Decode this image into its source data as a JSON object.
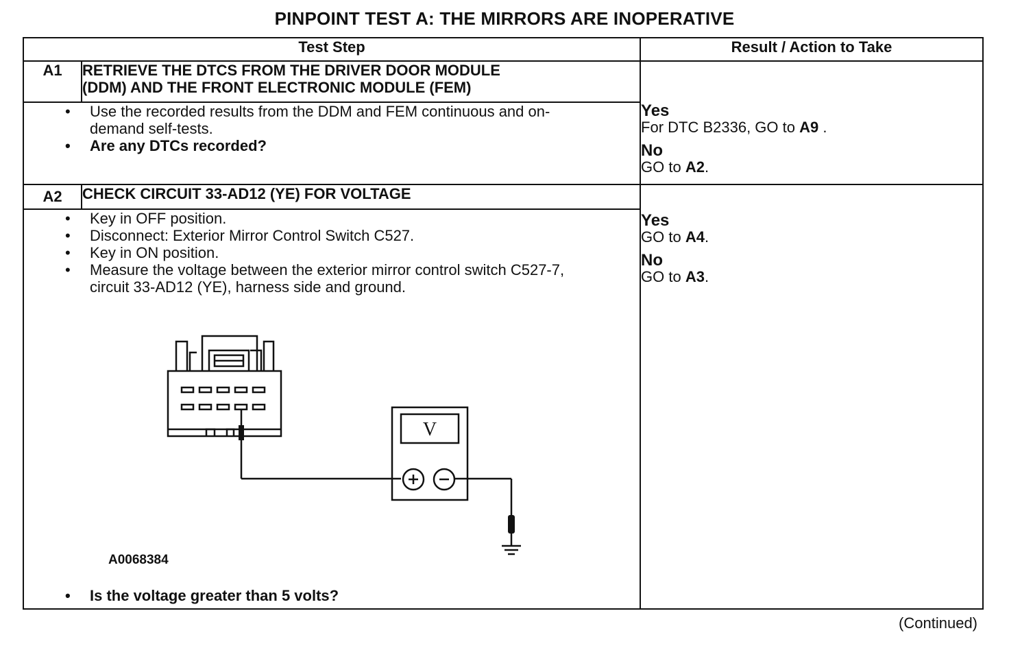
{
  "title": "PINPOINT TEST  A: THE MIRRORS ARE INOPERATIVE",
  "table": {
    "headers": [
      "Test Step",
      "Result / Action to Take"
    ],
    "steps": [
      {
        "id": "A1",
        "title_lines": [
          "RETRIEVE THE DTCS FROM THE DRIVER DOOR MODULE",
          "(DDM) AND THE FRONT ELECTRONIC MODULE (FEM)"
        ],
        "bullets": [
          {
            "text": "Use the recorded results from the DDM and FEM continuous and on-demand self-tests.",
            "bold": false
          },
          {
            "text": "Are any DTCs recorded?",
            "bold": true
          }
        ],
        "results": [
          {
            "label": "Yes",
            "text": "For DTC B2336, GO to ",
            "target": "A9",
            "suffix": " ."
          },
          {
            "label": "No",
            "text": "GO to ",
            "target": "A2",
            "suffix": "."
          }
        ]
      },
      {
        "id": "A2",
        "title_lines": [
          "CHECK CIRCUIT 33-AD12 (YE) FOR VOLTAGE"
        ],
        "bullets": [
          {
            "text": "Key in OFF position.",
            "bold": false
          },
          {
            "text": "Disconnect: Exterior Mirror Control Switch C527.",
            "bold": false
          },
          {
            "text": "Key in ON position.",
            "bold": false
          },
          {
            "text": "Measure the voltage between the exterior mirror control switch C527-7, circuit 33-AD12 (YE), harness side and ground.",
            "bold": false
          }
        ],
        "figure_id": "A0068384",
        "meter_label": "V",
        "question": "Is the voltage greater than 5 volts?",
        "results": [
          {
            "label": "Yes",
            "text": "GO to ",
            "target": "A4",
            "suffix": "."
          },
          {
            "label": "No",
            "text": "GO to ",
            "target": "A3",
            "suffix": "."
          }
        ]
      }
    ]
  },
  "footer": "(Continued)"
}
